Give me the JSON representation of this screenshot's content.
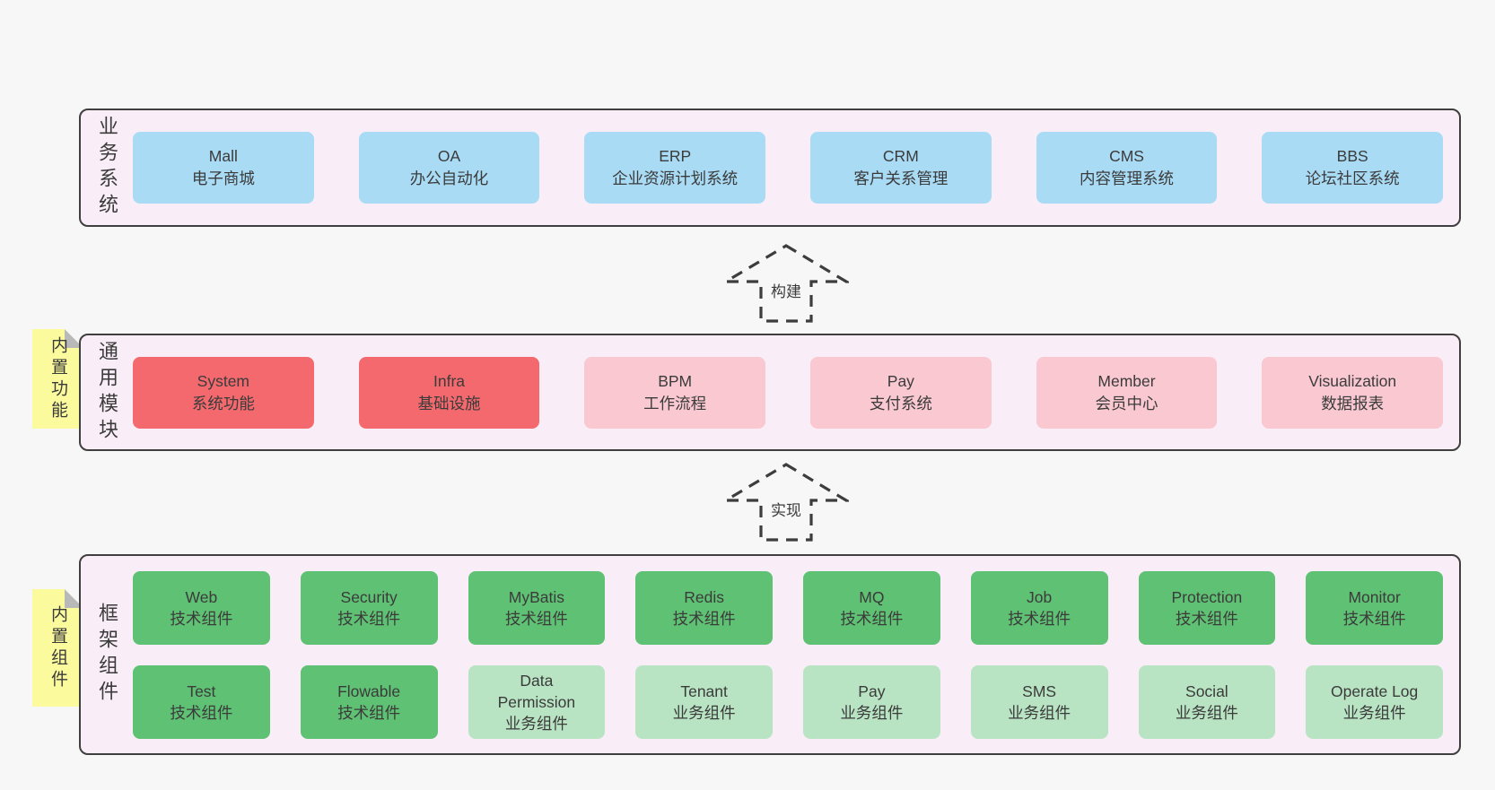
{
  "colors": {
    "page_bg": "#f7f7f7",
    "band_bg": "#f9eef7",
    "band_border": "#3f3f3f",
    "blue": "#a9dbf5",
    "red": "#f3696e",
    "pink": "#f9c8d1",
    "green_dark": "#5fc173",
    "green_light": "#b9e4c3",
    "sticky_bg": "#fbfb9e",
    "sticky_fold": "#b9b9b9",
    "text": "#3b3b3b"
  },
  "arrow1": {
    "label": "构建"
  },
  "arrow2": {
    "label": "实现"
  },
  "band1": {
    "label": "业务系统",
    "boxes": [
      {
        "title": "Mall",
        "subtitle": "电子商城",
        "variant": "blue"
      },
      {
        "title": "OA",
        "subtitle": "办公自动化",
        "variant": "blue"
      },
      {
        "title": "ERP",
        "subtitle": "企业资源计划系统",
        "variant": "blue"
      },
      {
        "title": "CRM",
        "subtitle": "客户关系管理",
        "variant": "blue"
      },
      {
        "title": "CMS",
        "subtitle": "内容管理系统",
        "variant": "blue"
      },
      {
        "title": "BBS",
        "subtitle": "论坛社区系统",
        "variant": "blue"
      }
    ]
  },
  "band2": {
    "label": "通用模块",
    "sticky": "内置功能",
    "boxes": [
      {
        "title": "System",
        "subtitle": "系统功能",
        "variant": "red"
      },
      {
        "title": "Infra",
        "subtitle": "基础设施",
        "variant": "red"
      },
      {
        "title": "BPM",
        "subtitle": "工作流程",
        "variant": "pink"
      },
      {
        "title": "Pay",
        "subtitle": "支付系统",
        "variant": "pink"
      },
      {
        "title": "Member",
        "subtitle": "会员中心",
        "variant": "pink"
      },
      {
        "title": "Visualization",
        "subtitle": "数据报表",
        "variant": "pink"
      }
    ]
  },
  "band3": {
    "label": "框架组件",
    "sticky": "内置组件",
    "row1": [
      {
        "title": "Web",
        "subtitle": "技术组件",
        "variant": "green_dark"
      },
      {
        "title": "Security",
        "subtitle": "技术组件",
        "variant": "green_dark"
      },
      {
        "title": "MyBatis",
        "subtitle": "技术组件",
        "variant": "green_dark"
      },
      {
        "title": "Redis",
        "subtitle": "技术组件",
        "variant": "green_dark"
      },
      {
        "title": "MQ",
        "subtitle": "技术组件",
        "variant": "green_dark"
      },
      {
        "title": "Job",
        "subtitle": "技术组件",
        "variant": "green_dark"
      },
      {
        "title": "Protection",
        "subtitle": "技术组件",
        "variant": "green_dark"
      },
      {
        "title": "Monitor",
        "subtitle": "技术组件",
        "variant": "green_dark"
      }
    ],
    "row2": [
      {
        "title": "Test",
        "subtitle": "技术组件",
        "variant": "green_dark"
      },
      {
        "title": "Flowable",
        "subtitle": "技术组件",
        "variant": "green_dark"
      },
      {
        "title": "Data Permission",
        "subtitle": "业务组件",
        "variant": "green_light"
      },
      {
        "title": "Tenant",
        "subtitle": "业务组件",
        "variant": "green_light"
      },
      {
        "title": "Pay",
        "subtitle": "业务组件",
        "variant": "green_light"
      },
      {
        "title": "SMS",
        "subtitle": "业务组件",
        "variant": "green_light"
      },
      {
        "title": "Social",
        "subtitle": "业务组件",
        "variant": "green_light"
      },
      {
        "title": "Operate Log",
        "subtitle": "业务组件",
        "variant": "green_light"
      }
    ]
  }
}
